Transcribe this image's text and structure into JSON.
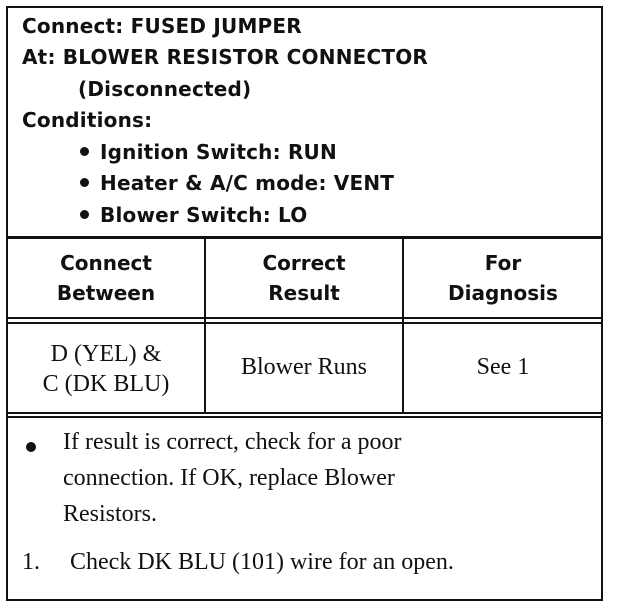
{
  "header": {
    "connect": "Connect: FUSED JUMPER",
    "at": "At: BLOWER RESISTOR CONNECTOR",
    "at_note": "(Disconnected)",
    "conditions_label": "Conditions:",
    "conditions": [
      "Ignition Switch: RUN",
      "Heater & A/C mode: VENT",
      "Blower Switch: LO"
    ]
  },
  "table": {
    "headers": [
      [
        "Connect",
        "Between"
      ],
      [
        "Correct",
        "Result"
      ],
      [
        "For",
        "Diagnosis"
      ]
    ],
    "row": {
      "between": [
        "D (YEL) &",
        "C (DK BLU)"
      ],
      "result": "Blower Runs",
      "diagnosis": "See 1"
    }
  },
  "notes": {
    "bullet_lines": [
      "If result is correct, check for a poor",
      "connection. If OK, replace Blower",
      "Resistors."
    ],
    "step_number": "1.",
    "step_text": "Check DK BLU (101) wire for an open."
  }
}
